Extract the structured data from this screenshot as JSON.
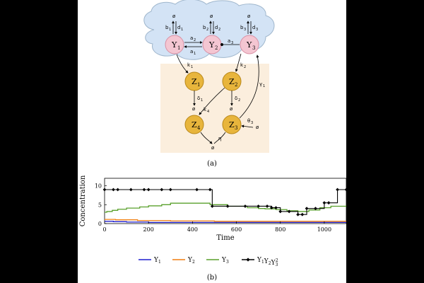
{
  "diagram": {
    "colors": {
      "cloud_fill": "#d3e3f5",
      "cloud_stroke": "#9fb6cc",
      "panel_fill": "#fbeedd",
      "y_node_fill": "#f4c6d2",
      "y_node_stroke": "#d98fa3",
      "z_node_fill": "#e8b53c",
      "z_node_stroke": "#b88718"
    },
    "y_nodes": [
      {
        "label": "Y",
        "sub": "1"
      },
      {
        "label": "Y",
        "sub": "2"
      },
      {
        "label": "Y",
        "sub": "3"
      }
    ],
    "z_nodes": [
      {
        "label": "Z",
        "sub": "1"
      },
      {
        "label": "Z",
        "sub": "2"
      },
      {
        "label": "Z",
        "sub": "4"
      },
      {
        "label": "Z",
        "sub": "3"
      }
    ],
    "empty_set": "ø",
    "rates": {
      "b1": "b",
      "b1_sub": "1",
      "d1": "d",
      "d1_sub": "1",
      "b2": "b",
      "b2_sub": "2",
      "d2": "d",
      "d2_sub": "2",
      "b3": "b",
      "b3_sub": "3",
      "d3": "d",
      "d3_sub": "3",
      "a2": "a",
      "a2_sub": "2",
      "a1": "a",
      "a1_sub": "1",
      "a3": "a",
      "a3_sub": "3",
      "k1": "k",
      "k1_sub": "1",
      "k2": "k",
      "k2_sub": "2",
      "delta1": "δ",
      "delta1_sub": "1",
      "delta2": "δ",
      "delta2_sub": "2",
      "k4": "k",
      "k4_sub": "4",
      "gamma1": "γ",
      "gamma1_sub": "1",
      "theta3": "θ",
      "theta3_sub": "3",
      "eta": "η"
    },
    "caption": "(a)"
  },
  "chart_data": {
    "type": "line",
    "title": "",
    "xlabel": "Time",
    "ylabel": "Concentration",
    "xlim": [
      0,
      1100
    ],
    "ylim": [
      0,
      12
    ],
    "xticks": [
      0,
      200,
      400,
      600,
      800,
      1000
    ],
    "yticks": [
      0,
      5,
      10
    ],
    "legend_position": "bottom",
    "series": [
      {
        "name": "Y",
        "name_sub": "1",
        "color": "#1f1fcf",
        "x": [
          0,
          40,
          100,
          200,
          400,
          600,
          800,
          1000,
          1100
        ],
        "y": [
          0.6,
          0.5,
          0.4,
          0.3,
          0.3,
          0.3,
          0.3,
          0.3,
          0.3
        ]
      },
      {
        "name": "Y",
        "name_sub": "2",
        "color": "#f07f10",
        "x": [
          0,
          50,
          150,
          300,
          500,
          700,
          900,
          1100
        ],
        "y": [
          1.1,
          1.0,
          0.8,
          0.7,
          0.6,
          0.6,
          0.6,
          0.6
        ]
      },
      {
        "name": "Y",
        "name_sub": "3",
        "color": "#5aa02c",
        "x": [
          0,
          10,
          35,
          60,
          100,
          160,
          200,
          260,
          300,
          480,
          560,
          650,
          700,
          730,
          780,
          830,
          880,
          930,
          980,
          1030,
          1100
        ],
        "y": [
          3.0,
          3.2,
          3.5,
          3.8,
          4.1,
          4.4,
          4.7,
          5.0,
          5.4,
          5.0,
          4.6,
          4.2,
          4.0,
          3.9,
          3.7,
          3.4,
          3.2,
          3.6,
          4.2,
          4.6,
          4.9
        ]
      },
      {
        "name": "Y",
        "name_parts": [
          "1",
          "2",
          "3"
        ],
        "name_exp": "2",
        "color": "#000000",
        "marker": "diamond",
        "x": [
          0,
          40,
          60,
          120,
          180,
          200,
          260,
          300,
          420,
          480,
          490,
          560,
          640,
          700,
          740,
          760,
          780,
          800,
          840,
          880,
          900,
          920,
          960,
          1000,
          1020,
          1060,
          1100
        ],
        "y": [
          9.0,
          9.0,
          9.0,
          9.0,
          9.0,
          9.0,
          9.0,
          9.0,
          9.0,
          9.0,
          4.6,
          4.6,
          4.6,
          4.6,
          4.6,
          4.2,
          4.2,
          3.2,
          3.2,
          2.4,
          2.4,
          4.0,
          4.0,
          5.5,
          5.5,
          9.0,
          9.0
        ]
      }
    ],
    "caption": "(b)"
  }
}
